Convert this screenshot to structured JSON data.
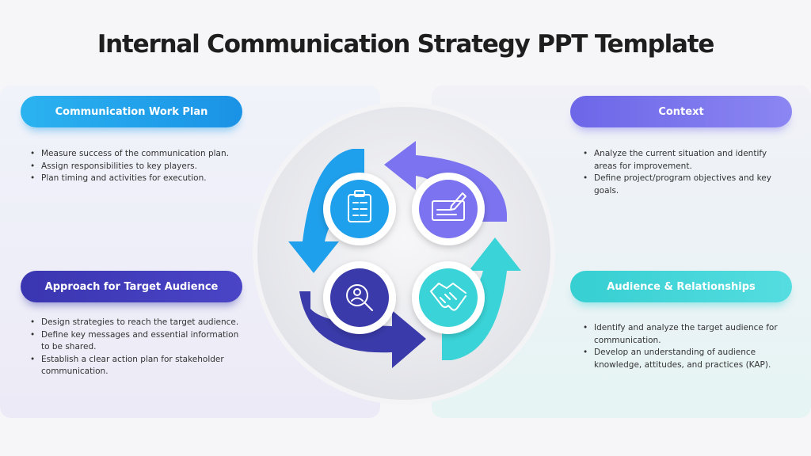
{
  "title": "Internal Communication Strategy PPT Template",
  "sections": [
    {
      "heading": "Communication Work Plan",
      "color": "#1fa0ec",
      "icon": "clipboard-icon",
      "bullets": [
        "Measure success of the communication plan.",
        "Assign responsibilities to key players.",
        "Plan timing and activities for execution."
      ]
    },
    {
      "heading": "Context",
      "color": "#7b73ef",
      "icon": "contract-pen-icon",
      "bullets": [
        "Analyze the current situation and identify areas for improvement.",
        "Define project/program objectives and key goals."
      ]
    },
    {
      "heading": "Approach for Target Audience",
      "color": "#3a3aaa",
      "icon": "user-search-icon",
      "bullets": [
        "Design strategies to reach the target audience.",
        "Define key messages and essential information to be shared.",
        "Establish a clear action plan for stakeholder communication."
      ]
    },
    {
      "heading": "Audience & Relationships",
      "color": "#3ad4d8",
      "icon": "handshake-icon",
      "bullets": [
        "Identify and analyze the target audience for communication.",
        "Develop an understanding of audience knowledge, attitudes, and practices (KAP)."
      ]
    }
  ]
}
